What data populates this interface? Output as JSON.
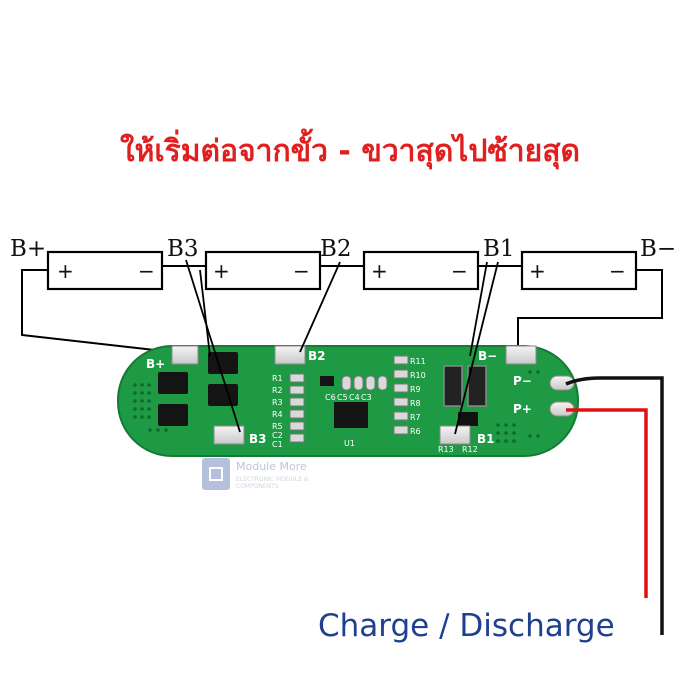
{
  "title": "ให้เริ่มต่อจากขั้ว - ขวาสุดไปซ้ายสุด",
  "footer": "Charge / Discharge",
  "watermark": {
    "name": "Module More",
    "sub": "ELECTRONIC MODULE & COMPONENTS"
  },
  "terminals": {
    "bplus": "B+",
    "b3": "B3",
    "b2": "B2",
    "b1": "B1",
    "bminus": "B−"
  },
  "battery": {
    "plus": "+",
    "minus": "−"
  },
  "pcb": {
    "pads": {
      "bplus": "B+",
      "b3": "B3",
      "b2": "B2",
      "b1": "B1",
      "bminus": "B−",
      "pminus": "P−",
      "pplus": "P+"
    },
    "components": {
      "left_resistors": [
        "R1",
        "R2",
        "R3",
        "R4",
        "R5"
      ],
      "left_caps": [
        "C2",
        "C1"
      ],
      "right_resistors": [
        "R11",
        "R10",
        "R9",
        "R8",
        "R7",
        "R6"
      ],
      "caps_row": [
        "C6",
        "C5",
        "C4",
        "C3"
      ],
      "ic": "U1",
      "r13": "R13",
      "r12": "R12"
    }
  },
  "colors": {
    "title": "#e02020",
    "footer": "#1f3f8f",
    "pcb": "#1e9a44",
    "pcb_edge": "#157a34",
    "silk": "#ffffff",
    "pad": "#e8e8e8",
    "wire_red": "#e01010",
    "wire_black": "#111111"
  }
}
